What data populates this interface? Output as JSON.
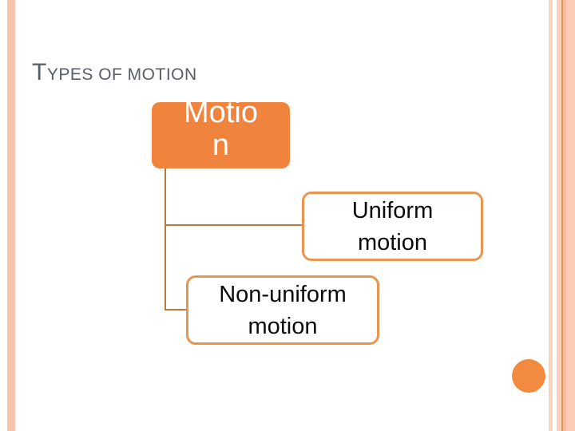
{
  "slide": {
    "title": "Types of motion",
    "title_color": "#575D67",
    "background_color": "#FFFFFF",
    "left_bar_color": "#F6C5A9",
    "right_stripe_colors": [
      "#FAD4BD",
      "#FAD0B8",
      "#DE9566",
      "#F6BBA0",
      "#FACDB4"
    ],
    "circle_color": "#F28A40"
  },
  "diagram": {
    "type": "hierarchy",
    "connector_color": "#B97A41",
    "root": {
      "label": "Motion",
      "lines": [
        "Motio",
        "n"
      ],
      "fill": "#F0843C",
      "text_color": "#FFFFFF"
    },
    "children": [
      {
        "label": "Uniform motion",
        "lines": [
          "Uniform",
          "motion"
        ],
        "border_color": "#E8954F",
        "fill": "#FFFFFF",
        "text_color": "#000000"
      },
      {
        "label": "Non-uniform motion",
        "lines": [
          "Non-uniform",
          "motion"
        ],
        "border_color": "#E8954F",
        "fill": "#FFFFFF",
        "text_color": "#000000"
      }
    ]
  }
}
